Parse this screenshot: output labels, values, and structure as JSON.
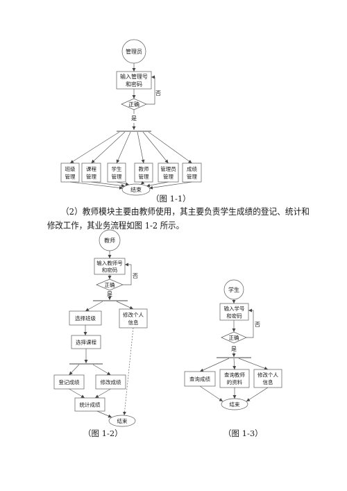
{
  "fig1": {
    "start": "管理员",
    "login_box": [
      "输入管理号",
      "和密码"
    ],
    "decision": "正确",
    "no_label": "否",
    "yes_label": "是",
    "modules": [
      [
        "班级",
        "管理"
      ],
      [
        "课程",
        "管理"
      ],
      [
        "学生",
        "管理"
      ],
      [
        "教师",
        "管理"
      ],
      [
        "管理员",
        "管理"
      ],
      [
        "成绩",
        "管理"
      ]
    ],
    "end": "结束",
    "caption": "（图 1-1）"
  },
  "paragraph": {
    "lines": [
      "（2）教师模块主要由教师使用，其主要负责学生成绩的登记、统计和",
      "修改工作，其业务流程如图 1-2 所示。"
    ]
  },
  "fig2": {
    "start": "教师",
    "login_box": [
      "输入教师号",
      "和密码"
    ],
    "decision": "正确",
    "no_label": "否",
    "yes_label": "是",
    "select_class": "选择班级",
    "select_course": "选择课程",
    "edit_profile": [
      "修改个人",
      "信息"
    ],
    "record_grades": "登记成绩",
    "modify_grades": "修改成绩",
    "grade_stats": "统计成绩",
    "end": "结束",
    "caption": "（图 1-2）"
  },
  "fig3": {
    "start": "学生",
    "login_box": [
      "输入学号",
      "和密码"
    ],
    "decision": "正确",
    "no_label": "否",
    "yes_label": "是",
    "actions": [
      [
        "查询成绩"
      ],
      [
        "查询教师",
        "的资料"
      ],
      [
        "修改个人",
        "信息"
      ]
    ],
    "end": "结束",
    "caption": "（图 1-3）"
  }
}
